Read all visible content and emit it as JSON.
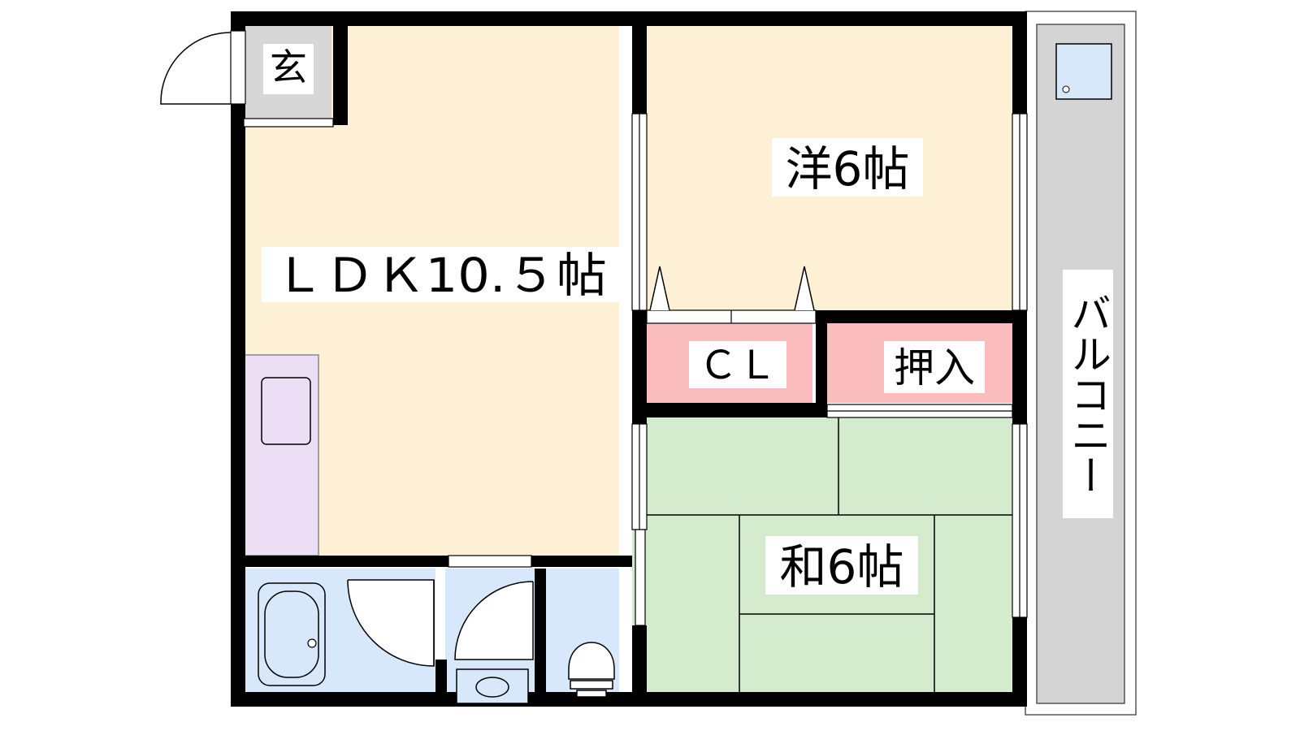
{
  "labels": {
    "entrance": "玄",
    "ldk": "ＬＤＫ10.５帖",
    "western_room": "洋6帖",
    "closet": "ＣＬ",
    "oshiire": "押入",
    "japanese_room": "和6帖",
    "balcony": "バルコニー"
  },
  "colors": {
    "ldk": "#fdf0d4",
    "western": "#fdf0d4",
    "closet": "#fbbcbd",
    "oshiire": "#fbbcbd",
    "japanese_tatami": "#d4ebcd",
    "water_area": "#d7e8fb",
    "kitchen": "#ecdff5",
    "entrance": "#d7d7d7",
    "balcony": "#d4d4d4",
    "wall": "#000000"
  }
}
